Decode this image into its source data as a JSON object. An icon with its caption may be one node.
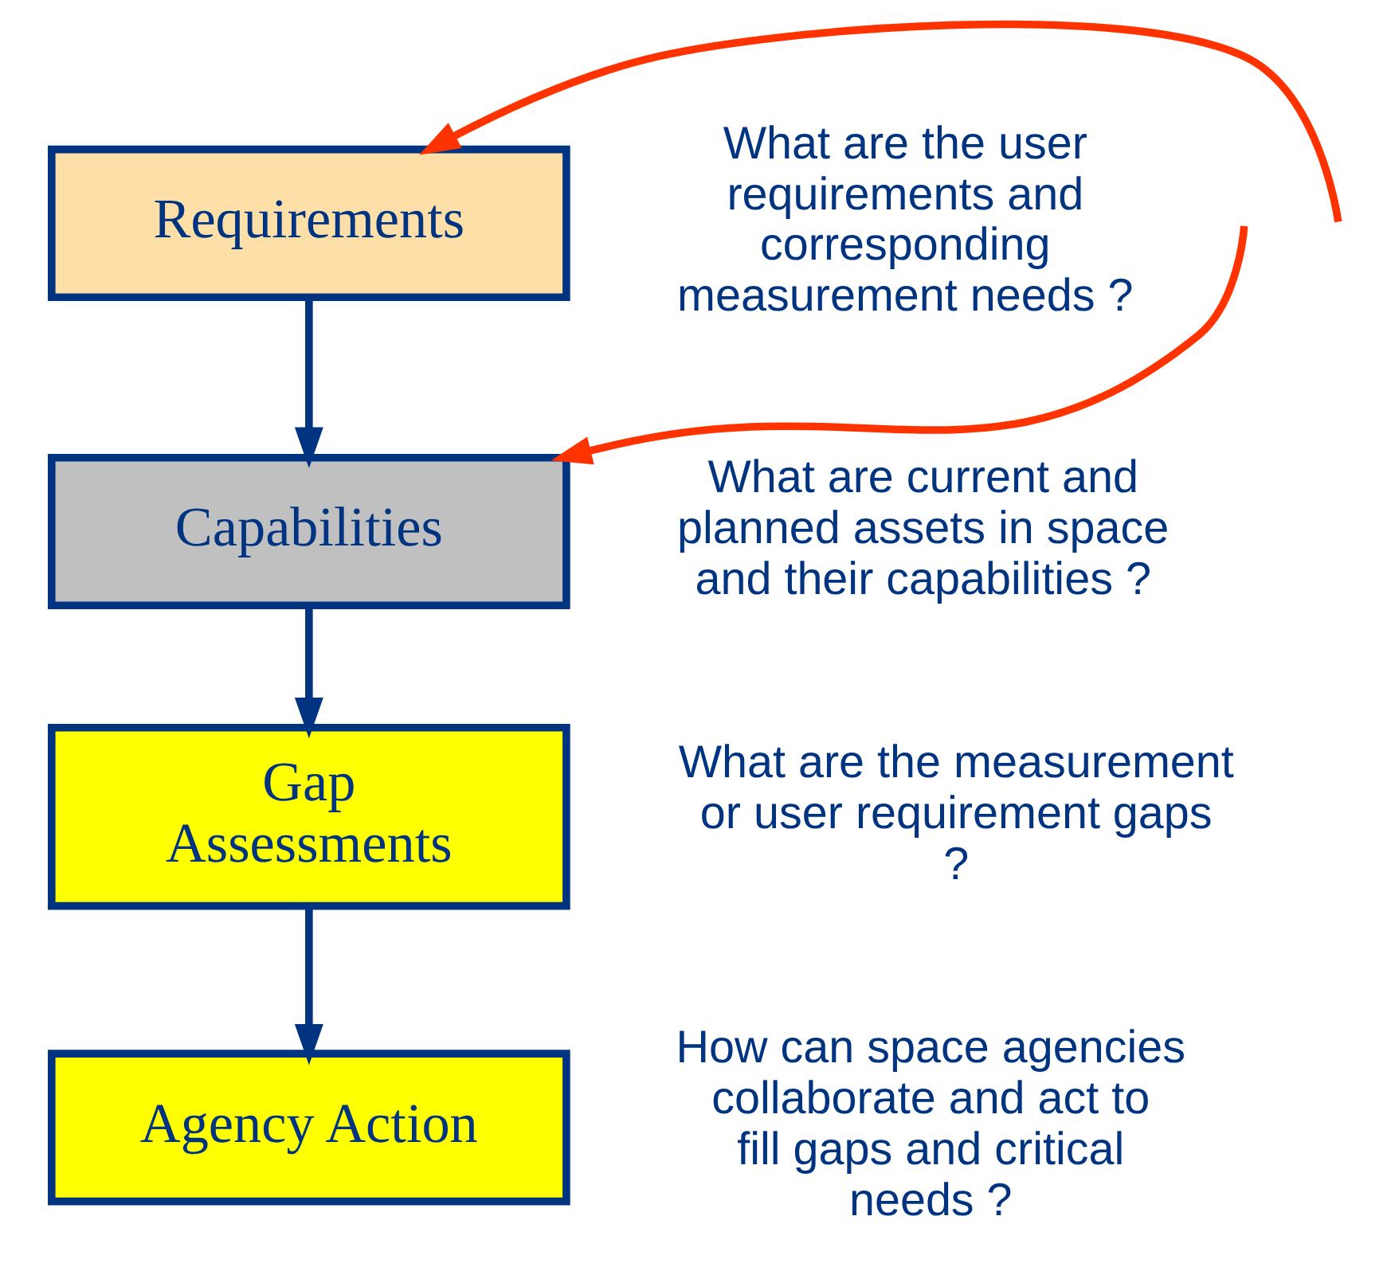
{
  "diagram": {
    "nodes": [
      {
        "text": [
          "Requirements"
        ],
        "beside": [
          "What are the user requirements and corresponding measurement needs ?"
        ]
      },
      {
        "text": [
          "Capabilities"
        ],
        "beside": [
          "What are current and planned assets in space and their capabilities ?"
        ]
      },
      {
        "text": [
          "Gap Assessments"
        ],
        "beside": [
          "What are the measurement or user requirement gaps ?"
        ]
      },
      {
        "text": [
          "Agency Action"
        ],
        "beside": [
          "How can space agencies collaborate and act to fill gaps and critical needs ?"
        ]
      }
    ],
    "edges": [
      {
        "from": 0,
        "to": 1,
        "arrow": "to"
      },
      {
        "from": 1,
        "to": 2,
        "arrow": "to"
      },
      {
        "from": 2,
        "to": 3,
        "arrow": "to"
      },
      {
        "from": null,
        "to": 0,
        "arrow": "to",
        "color": "#ff3300"
      },
      {
        "from": null,
        "to": 1,
        "arrow": "to",
        "color": "#ff3300"
      }
    ]
  }
}
